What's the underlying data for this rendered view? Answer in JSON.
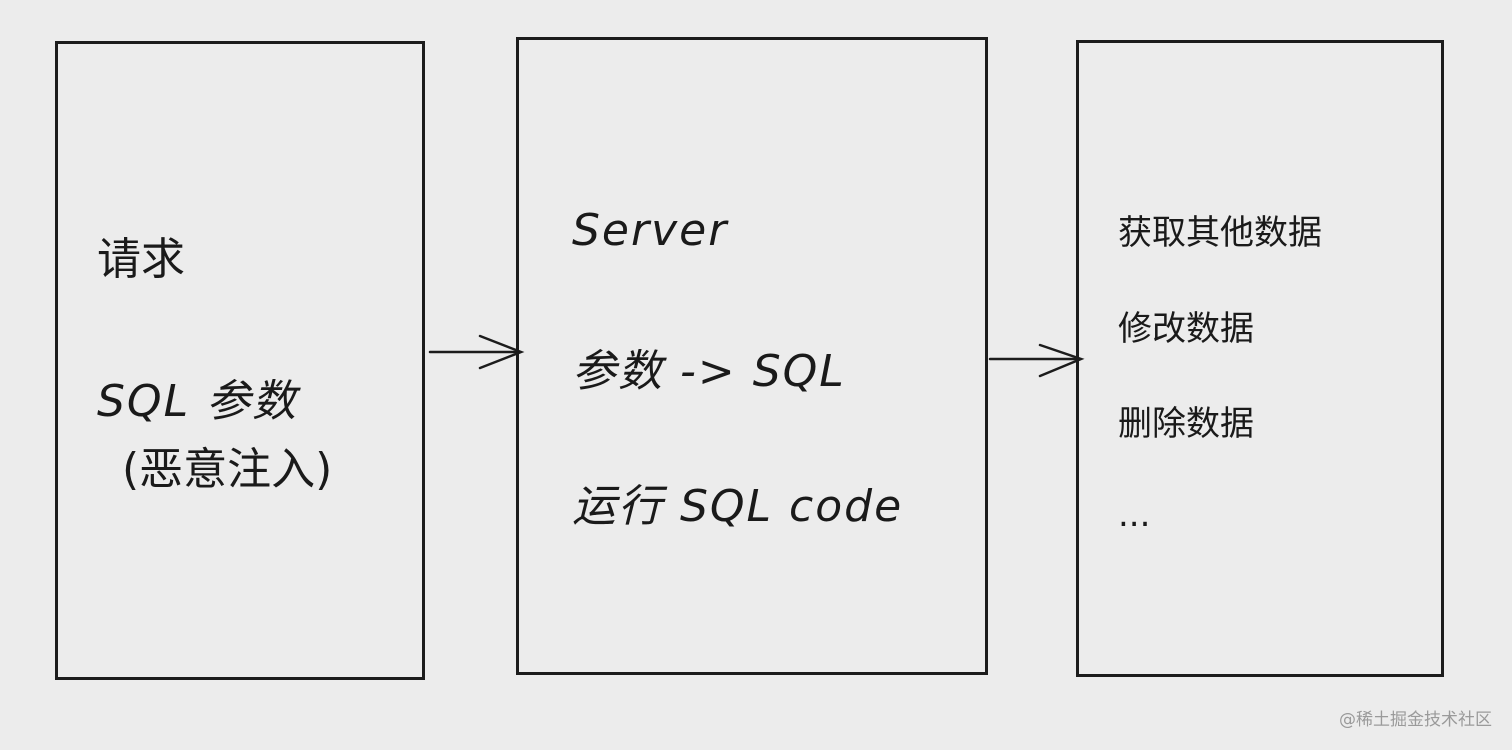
{
  "request_box": {
    "title": "请求",
    "sql_line": "SQL 参数",
    "inject_line": "(恶意注入)"
  },
  "server_box": {
    "title": "Server",
    "line1": "参数 -> SQL",
    "line2": "运行 SQL code"
  },
  "effects_box": {
    "items": [
      "获取其他数据",
      "修改数据",
      "删除数据",
      "..."
    ]
  },
  "watermark": "@稀土掘金技术社区",
  "colors": {
    "background": "#ececec",
    "stroke": "#1c1c1c",
    "watermark": "#9a9a9a"
  }
}
